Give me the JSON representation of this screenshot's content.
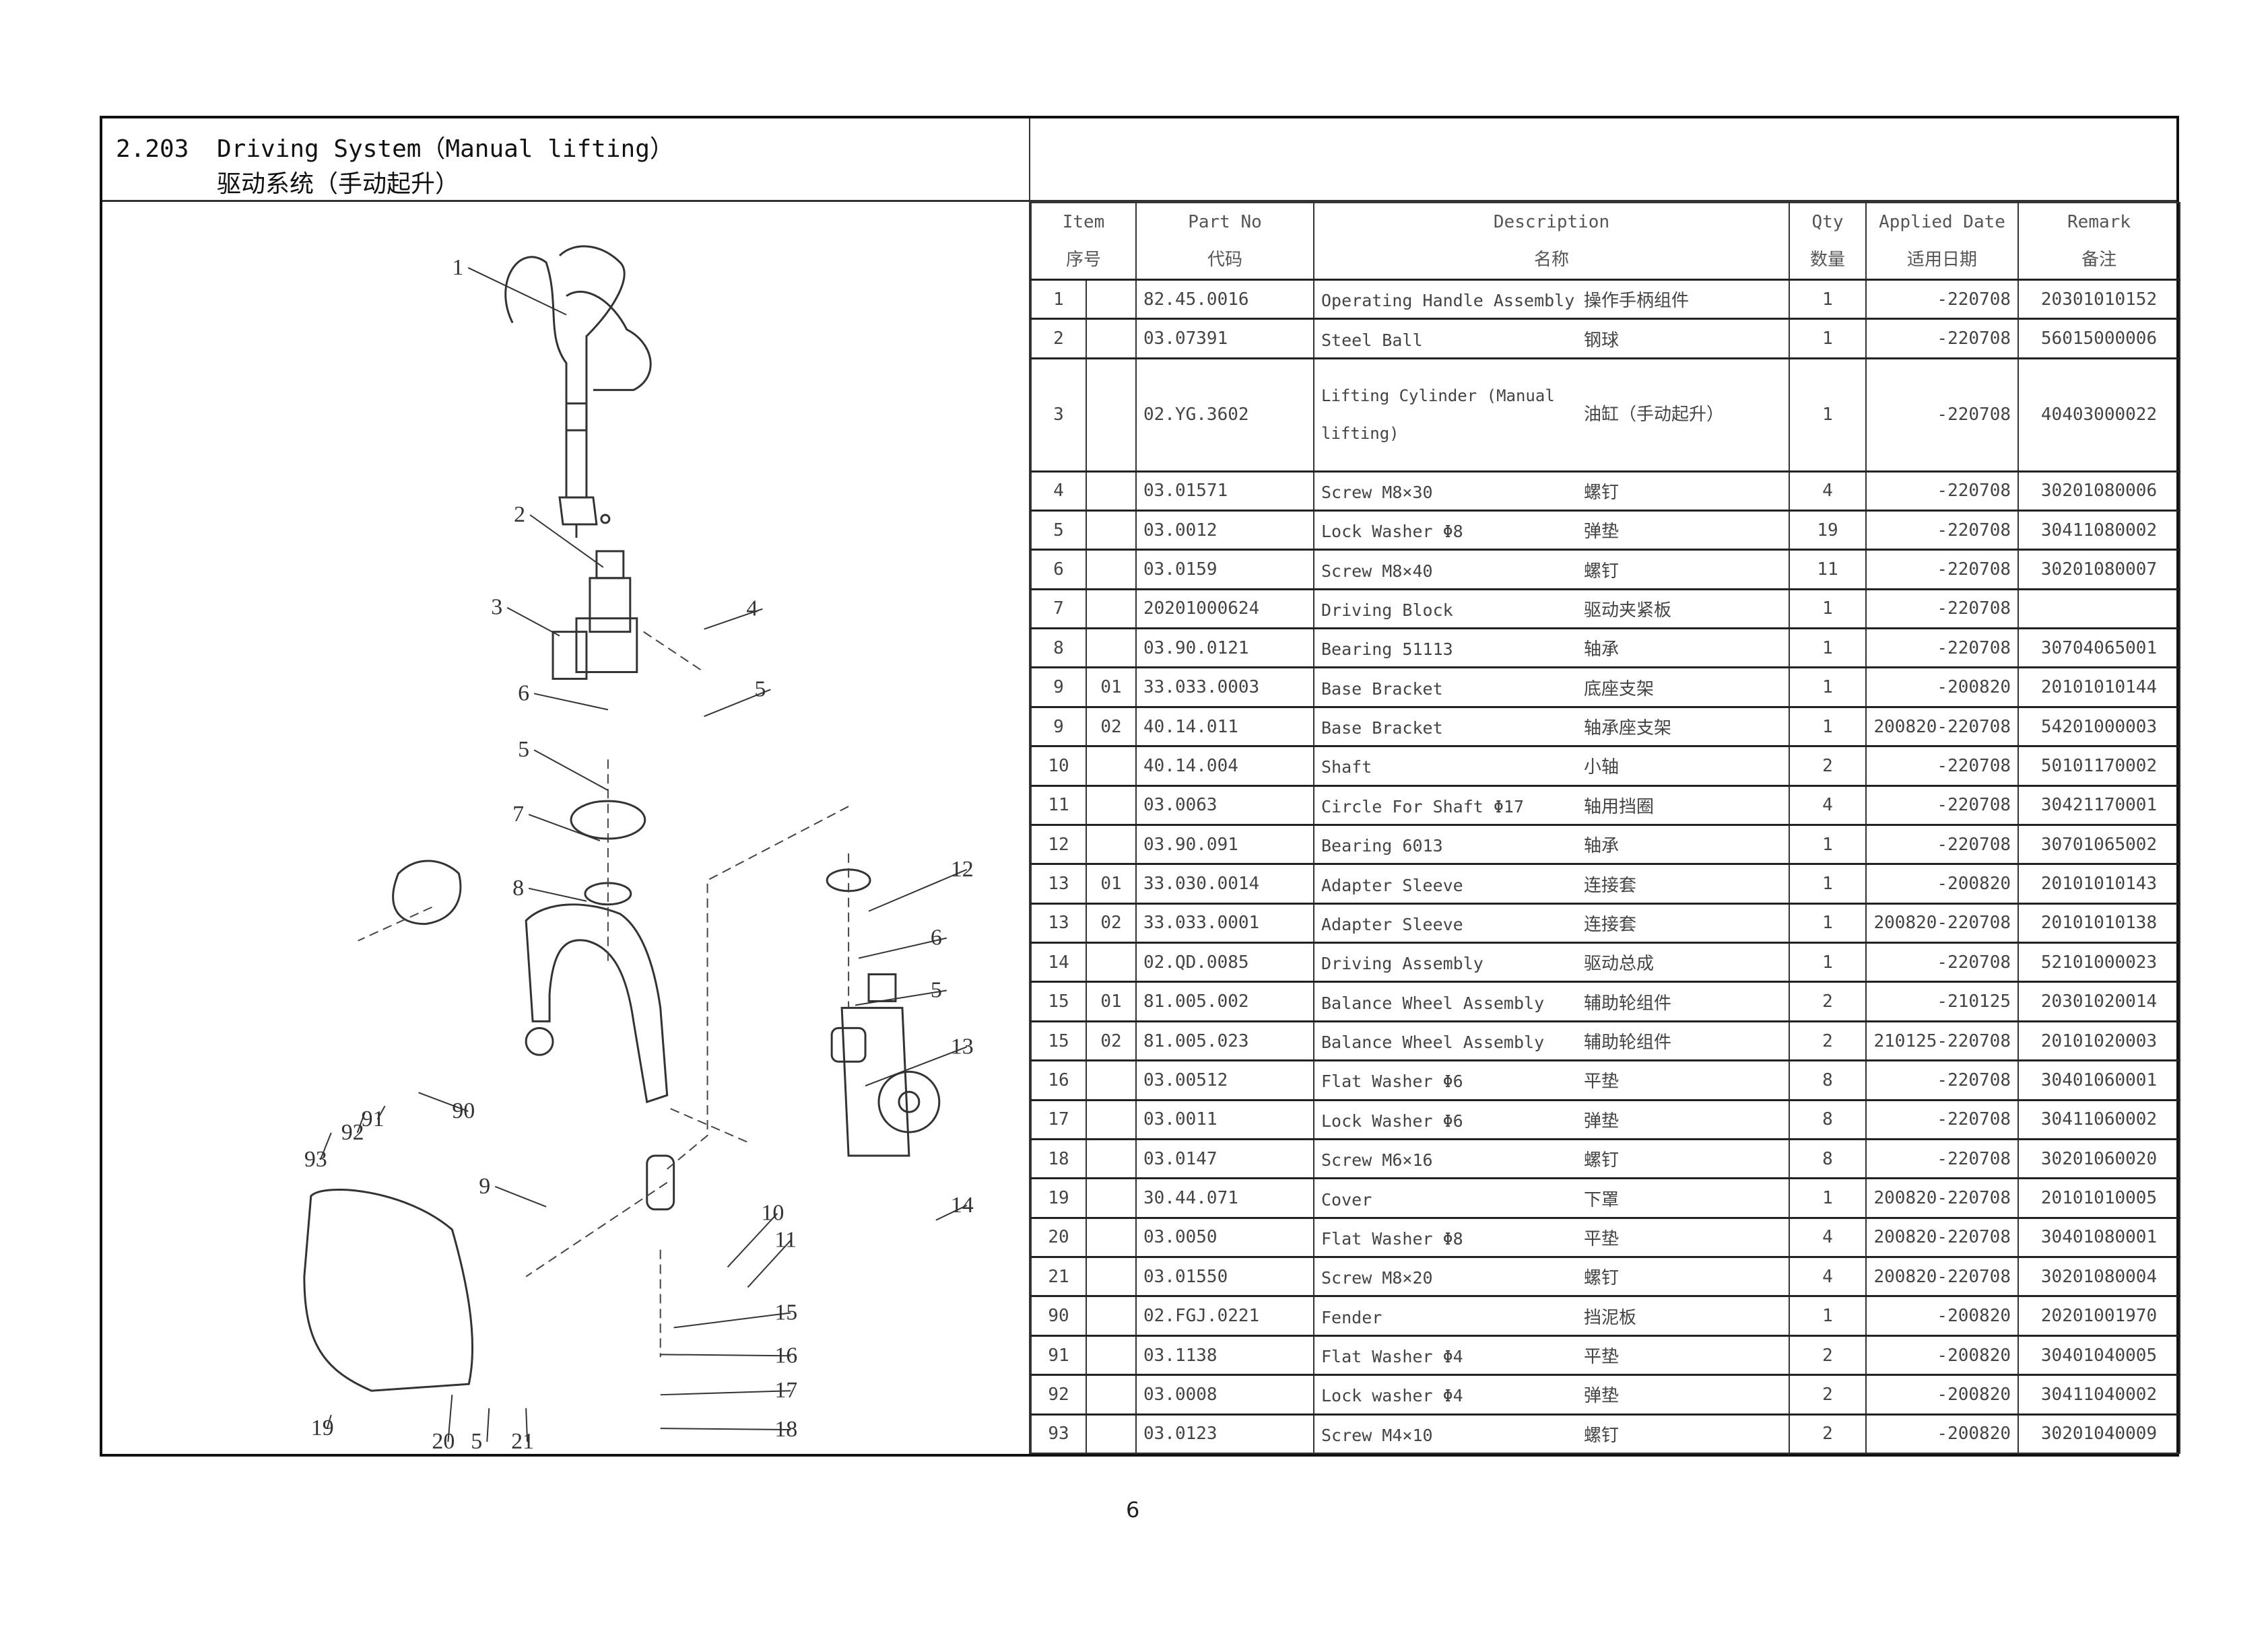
{
  "header": {
    "section_number": "2.203",
    "title_en": "Driving System（Manual lifting）",
    "title_zh": "驱动系统（手动起升）"
  },
  "table": {
    "columns": [
      {
        "en": "Item",
        "zh": "序号"
      },
      {
        "en": "Part No",
        "zh": "代码"
      },
      {
        "en": "Description",
        "zh": "名称"
      },
      {
        "en": "Qty",
        "zh": "数量"
      },
      {
        "en": "Applied Date",
        "zh": "适用日期"
      },
      {
        "en": "Remark",
        "zh": "备注"
      }
    ],
    "rows": [
      {
        "item": "1",
        "sub": "",
        "part_no": "82.45.0016",
        "desc_en": "Operating Handle Assembly",
        "desc_zh": "操作手柄组件",
        "qty": "1",
        "date": "-220708",
        "remark": "20301010152"
      },
      {
        "item": "2",
        "sub": "",
        "part_no": "03.07391",
        "desc_en": "Steel Ball",
        "desc_zh": "钢球",
        "qty": "1",
        "date": "-220708",
        "remark": "56015000006"
      },
      {
        "item": "3",
        "sub": "",
        "part_no": "02.YG.3602",
        "desc_en": "Lifting Cylinder (Manual lifting)",
        "desc_zh": "油缸（手动起升）",
        "qty": "1",
        "date": "-220708",
        "remark": "40403000022"
      },
      {
        "item": "4",
        "sub": "",
        "part_no": "03.01571",
        "desc_en": "Screw M8×30",
        "desc_zh": "螺钉",
        "qty": "4",
        "date": "-220708",
        "remark": "30201080006"
      },
      {
        "item": "5",
        "sub": "",
        "part_no": "03.0012",
        "desc_en": "Lock Washer Φ8",
        "desc_zh": "弹垫",
        "qty": "19",
        "date": "-220708",
        "remark": "30411080002"
      },
      {
        "item": "6",
        "sub": "",
        "part_no": "03.0159",
        "desc_en": "Screw M8×40",
        "desc_zh": "螺钉",
        "qty": "11",
        "date": "-220708",
        "remark": "30201080007"
      },
      {
        "item": "7",
        "sub": "",
        "part_no": "20201000624",
        "desc_en": "Driving Block",
        "desc_zh": "驱动夹紧板",
        "qty": "1",
        "date": "-220708",
        "remark": ""
      },
      {
        "item": "8",
        "sub": "",
        "part_no": "03.90.0121",
        "desc_en": "Bearing 51113",
        "desc_zh": "轴承",
        "qty": "1",
        "date": "-220708",
        "remark": "30704065001"
      },
      {
        "item": "9",
        "sub": "01",
        "part_no": "33.033.0003",
        "desc_en": "Base Bracket",
        "desc_zh": "底座支架",
        "qty": "1",
        "date": "-200820",
        "remark": "20101010144"
      },
      {
        "item": "9",
        "sub": "02",
        "part_no": "40.14.011",
        "desc_en": "Base Bracket",
        "desc_zh": "轴承座支架",
        "qty": "1",
        "date": "200820-220708",
        "remark": "54201000003"
      },
      {
        "item": "10",
        "sub": "",
        "part_no": "40.14.004",
        "desc_en": "Shaft",
        "desc_zh": "小轴",
        "qty": "2",
        "date": "-220708",
        "remark": "50101170002"
      },
      {
        "item": "11",
        "sub": "",
        "part_no": "03.0063",
        "desc_en": "Circle For Shaft Φ17",
        "desc_zh": "轴用挡圈",
        "qty": "4",
        "date": "-220708",
        "remark": "30421170001"
      },
      {
        "item": "12",
        "sub": "",
        "part_no": "03.90.091",
        "desc_en": "Bearing 6013",
        "desc_zh": "轴承",
        "qty": "1",
        "date": "-220708",
        "remark": "30701065002"
      },
      {
        "item": "13",
        "sub": "01",
        "part_no": "33.030.0014",
        "desc_en": "Adapter Sleeve",
        "desc_zh": "连接套",
        "qty": "1",
        "date": "-200820",
        "remark": "20101010143"
      },
      {
        "item": "13",
        "sub": "02",
        "part_no": "33.033.0001",
        "desc_en": "Adapter Sleeve",
        "desc_zh": "连接套",
        "qty": "1",
        "date": "200820-220708",
        "remark": "20101010138"
      },
      {
        "item": "14",
        "sub": "",
        "part_no": "02.QD.0085",
        "desc_en": "Driving Assembly",
        "desc_zh": "驱动总成",
        "qty": "1",
        "date": "-220708",
        "remark": "52101000023"
      },
      {
        "item": "15",
        "sub": "01",
        "part_no": "81.005.002",
        "desc_en": "Balance Wheel Assembly",
        "desc_zh": "辅助轮组件",
        "qty": "2",
        "date": "-210125",
        "remark": "20301020014"
      },
      {
        "item": "15",
        "sub": "02",
        "part_no": "81.005.023",
        "desc_en": "Balance Wheel Assembly",
        "desc_zh": "辅助轮组件",
        "qty": "2",
        "date": "210125-220708",
        "remark": "20101020003"
      },
      {
        "item": "16",
        "sub": "",
        "part_no": "03.00512",
        "desc_en": "Flat Washer Φ6",
        "desc_zh": "平垫",
        "qty": "8",
        "date": "-220708",
        "remark": "30401060001"
      },
      {
        "item": "17",
        "sub": "",
        "part_no": "03.0011",
        "desc_en": "Lock Washer Φ6",
        "desc_zh": "弹垫",
        "qty": "8",
        "date": "-220708",
        "remark": "30411060002"
      },
      {
        "item": "18",
        "sub": "",
        "part_no": "03.0147",
        "desc_en": "Screw M6×16",
        "desc_zh": "螺钉",
        "qty": "8",
        "date": "-220708",
        "remark": "30201060020"
      },
      {
        "item": "19",
        "sub": "",
        "part_no": "30.44.071",
        "desc_en": "Cover",
        "desc_zh": "下罩",
        "qty": "1",
        "date": "200820-220708",
        "remark": "20101010005"
      },
      {
        "item": "20",
        "sub": "",
        "part_no": "03.0050",
        "desc_en": "Flat Washer Φ8",
        "desc_zh": "平垫",
        "qty": "4",
        "date": "200820-220708",
        "remark": "30401080001"
      },
      {
        "item": "21",
        "sub": "",
        "part_no": "03.01550",
        "desc_en": "Screw M8×20",
        "desc_zh": "螺钉",
        "qty": "4",
        "date": "200820-220708",
        "remark": "30201080004"
      },
      {
        "item": "90",
        "sub": "",
        "part_no": "02.FGJ.0221",
        "desc_en": "Fender",
        "desc_zh": "挡泥板",
        "qty": "1",
        "date": "-200820",
        "remark": "20201001970"
      },
      {
        "item": "91",
        "sub": "",
        "part_no": "03.1138",
        "desc_en": "Flat Washer Φ4",
        "desc_zh": "平垫",
        "qty": "2",
        "date": "-200820",
        "remark": "30401040005"
      },
      {
        "item": "92",
        "sub": "",
        "part_no": "03.0008",
        "desc_en": "Lock washer Φ4",
        "desc_zh": "弹垫",
        "qty": "2",
        "date": "-200820",
        "remark": "30411040002"
      },
      {
        "item": "93",
        "sub": "",
        "part_no": "03.0123",
        "desc_en": "Screw M4×10",
        "desc_zh": "螺钉",
        "qty": "2",
        "date": "-200820",
        "remark": "30201040009"
      }
    ]
  },
  "diagram": {
    "callouts": [
      "1",
      "2",
      "3",
      "4",
      "5",
      "6",
      "5",
      "7",
      "8",
      "12",
      "6",
      "5",
      "13",
      "9",
      "10",
      "11",
      "14",
      "90",
      "91",
      "92",
      "93",
      "15",
      "16",
      "17",
      "18",
      "19",
      "20",
      "5",
      "21"
    ]
  },
  "footer": {
    "page_number": "6"
  }
}
